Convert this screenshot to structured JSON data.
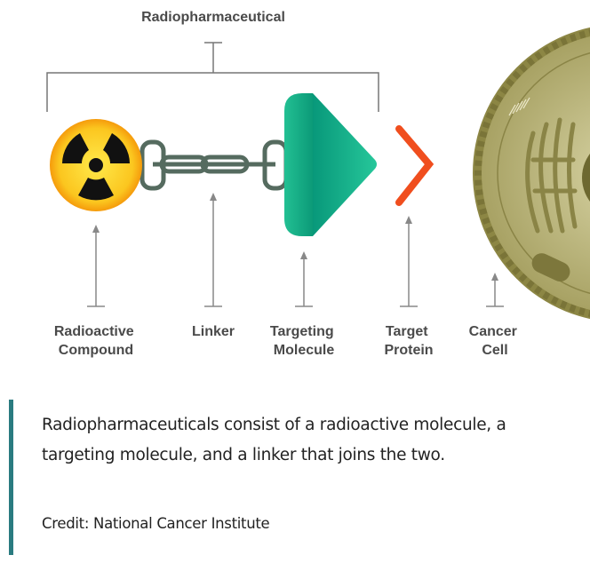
{
  "diagram": {
    "title": "Radiopharmaceutical",
    "labels": {
      "radioactive_compound": [
        "Radioactive",
        "Compound"
      ],
      "linker": [
        "Linker"
      ],
      "targeting_molecule": [
        "Targeting",
        "Molecule"
      ],
      "target_protein": [
        "Target",
        "Protein"
      ],
      "cancer_cell": [
        "Cancer",
        "Cell"
      ]
    },
    "colors": {
      "radioactive": "#f9c623",
      "targeting": "#1fae86",
      "protein": "#f04e1e",
      "cell": "#b9b27a",
      "accent_bar": "#2a7b80"
    }
  },
  "caption": {
    "text": "Radiopharmaceuticals consist of a radioactive molecule, a targeting molecule, and a linker that joins the two.",
    "credit": "Credit: National Cancer Institute"
  }
}
